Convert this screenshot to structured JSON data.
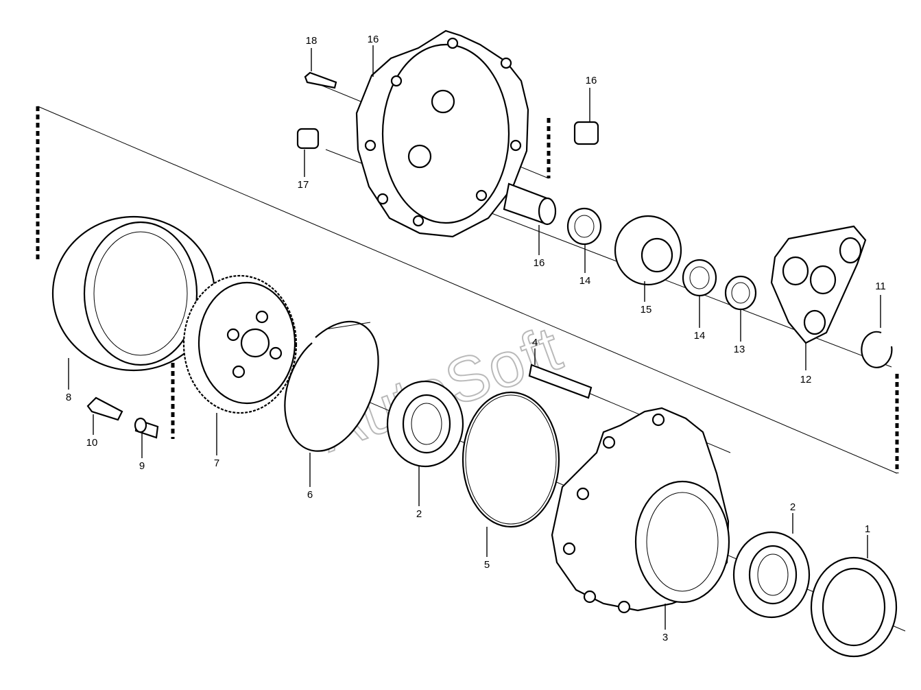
{
  "watermark": "AutoSoft",
  "callouts": [
    {
      "id": "c18",
      "text": "18"
    },
    {
      "id": "c16a",
      "text": "16"
    },
    {
      "id": "c16b",
      "text": "16"
    },
    {
      "id": "c17",
      "text": "17"
    },
    {
      "id": "c16c",
      "text": "16"
    },
    {
      "id": "c14a",
      "text": "14"
    },
    {
      "id": "c15",
      "text": "15"
    },
    {
      "id": "c14b",
      "text": "14"
    },
    {
      "id": "c13",
      "text": "13"
    },
    {
      "id": "c12",
      "text": "12"
    },
    {
      "id": "c11",
      "text": "11"
    },
    {
      "id": "c8",
      "text": "8"
    },
    {
      "id": "c10",
      "text": "10"
    },
    {
      "id": "c9",
      "text": "9"
    },
    {
      "id": "c7",
      "text": "7"
    },
    {
      "id": "c6",
      "text": "6"
    },
    {
      "id": "c4",
      "text": "4"
    },
    {
      "id": "c2a",
      "text": "2"
    },
    {
      "id": "c5",
      "text": "5"
    },
    {
      "id": "c3",
      "text": "3"
    },
    {
      "id": "c2b",
      "text": "2"
    },
    {
      "id": "c1",
      "text": "1"
    }
  ]
}
